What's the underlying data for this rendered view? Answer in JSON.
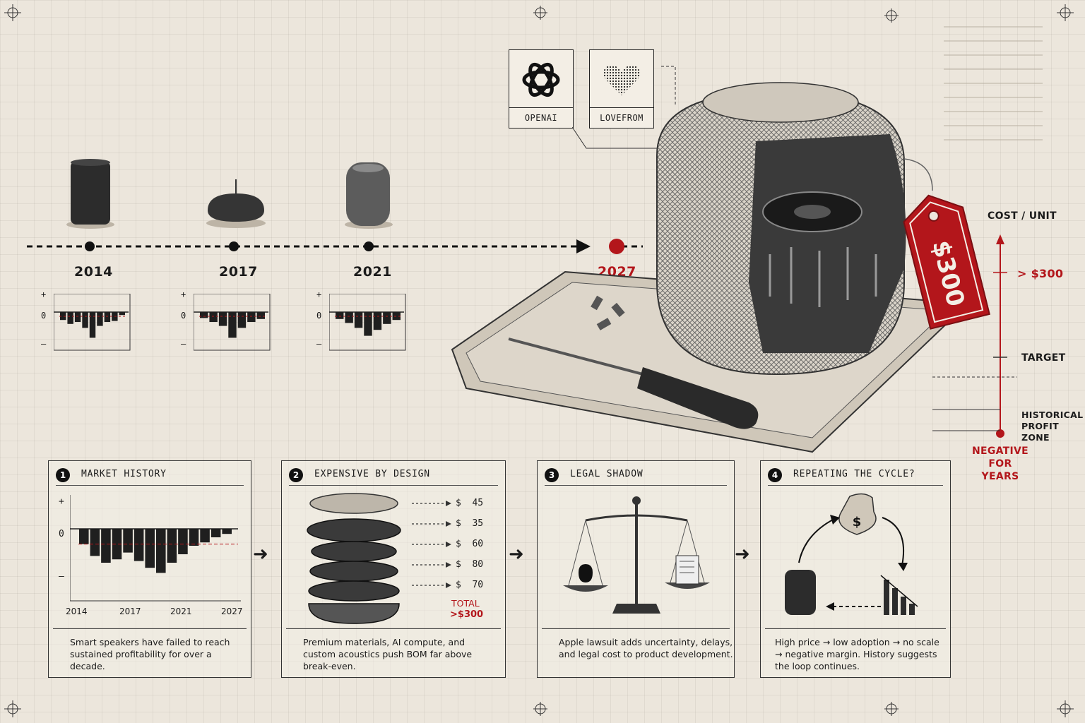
{
  "timeline": {
    "years": [
      "2014",
      "2017",
      "2021",
      "2027"
    ],
    "mini_axis": {
      "plus": "+",
      "zero": "0",
      "minus": "–"
    }
  },
  "partners": [
    {
      "name": "OPENAI",
      "icon": "openai-knot-icon"
    },
    {
      "name": "LOVEFROM",
      "icon": "heart-icon"
    }
  ],
  "price_tag": {
    "text": "$300",
    "color": "#b3161b"
  },
  "cost_scale": {
    "title": "COST / UNIT",
    "top": "> $300",
    "target": "TARGET",
    "historical": "HISTORICAL PROFIT ZONE",
    "negative": "NEGATIVE FOR YEARS"
  },
  "panels": [
    {
      "num": "1",
      "title": "MARKET HISTORY",
      "axis_plus": "+",
      "axis_zero": "0",
      "axis_minus": "–",
      "x_ticks": [
        "2014",
        "2017",
        "2021",
        "2027"
      ],
      "desc": "Smart speakers have failed to reach sustained profitability for over a decade."
    },
    {
      "num": "2",
      "title": "EXPENSIVE BY DESIGN",
      "components": [
        "$  45",
        "$  35",
        "$  60",
        "$  80",
        "$  70"
      ],
      "total_label": "TOTAL",
      "total_value": ">$300",
      "desc": "Premium materials, AI compute, and custom acoustics push BOM far above break-even."
    },
    {
      "num": "3",
      "title": "LEGAL SHADOW",
      "desc": "Apple lawsuit adds uncertainty, delays, and legal cost to product development."
    },
    {
      "num": "4",
      "title": "REPEATING THE CYCLE?",
      "desc": "High price → low adoption → no scale → negative margin. History suggests the loop continues."
    }
  ],
  "colors": {
    "accent": "#b3161b",
    "ink": "#1b1b1b",
    "paper": "#ece6dc"
  },
  "chart_data": [
    {
      "type": "bar",
      "title": "",
      "categories": [],
      "values": [
        -0.8,
        -1.2,
        -1.0,
        -1.6,
        -2.6,
        -1.4,
        -1.0,
        -0.9,
        -0.3
      ],
      "note": "2014"
    },
    {
      "type": "bar",
      "title": "",
      "categories": [],
      "values": [
        -0.6,
        -1.0,
        -1.4,
        -2.6,
        -1.6,
        -1.0,
        -0.7
      ],
      "note": "2017"
    },
    {
      "type": "bar",
      "title": "",
      "categories": [],
      "values": [
        -0.7,
        -1.1,
        -1.6,
        -2.4,
        -1.8,
        -1.2,
        -0.8
      ],
      "note": "2021"
    },
    {
      "type": "bar",
      "title": "",
      "xlabel": "",
      "ylabel": "",
      "categories": [
        "2014",
        "2015",
        "2016",
        "2017",
        "2018",
        "2019",
        "2020",
        "2021",
        "2022",
        "2023",
        "2024",
        "2025",
        "2026",
        "2027"
      ],
      "values": [
        -0.9,
        -1.6,
        -2.0,
        -1.8,
        -1.4,
        -1.9,
        -2.3,
        -2.6,
        -2.0,
        -1.5,
        -1.0,
        -0.8,
        -0.5,
        -0.3
      ],
      "threshold": -0.9
    }
  ]
}
